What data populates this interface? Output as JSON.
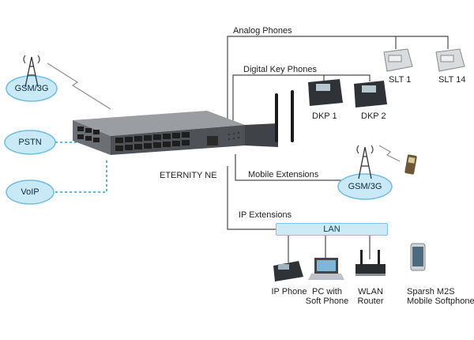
{
  "colors": {
    "line": "#4a4a4a",
    "dotted": "#2b9fd6",
    "cloud_fill": "#c9e9f7",
    "cloud_stroke": "#6fbde0",
    "device": "#5d6166"
  },
  "icons": [
    "tower-icon",
    "cloud-icon",
    "pbx-device-icon",
    "analog-phone-icon",
    "key-phone-icon",
    "mobile-phone-icon",
    "ip-phone-icon",
    "laptop-icon",
    "router-icon",
    "smartphone-icon"
  ],
  "central": {
    "label": "ETERNITY NE"
  },
  "trunks": {
    "gsm": "GSM/3G",
    "pstn": "PSTN",
    "voip": "VoIP"
  },
  "analog": {
    "title": "Analog Phones",
    "phones": [
      "SLT 1",
      "SLT 14"
    ]
  },
  "digital": {
    "title": "Digital Key Phones",
    "phones": [
      "DKP 1",
      "DKP 2"
    ]
  },
  "mobile": {
    "title": "Mobile Extensions",
    "cloud": "GSM/3G"
  },
  "ip": {
    "title": "IP Extensions",
    "lan": "LAN",
    "devices": [
      {
        "line1": "IP Phone",
        "line2": ""
      },
      {
        "line1": "PC with",
        "line2": "Soft Phone"
      },
      {
        "line1": "WLAN",
        "line2": "Router"
      },
      {
        "line1": "Sparsh M2S",
        "line2": "Mobile Softphone"
      }
    ]
  }
}
